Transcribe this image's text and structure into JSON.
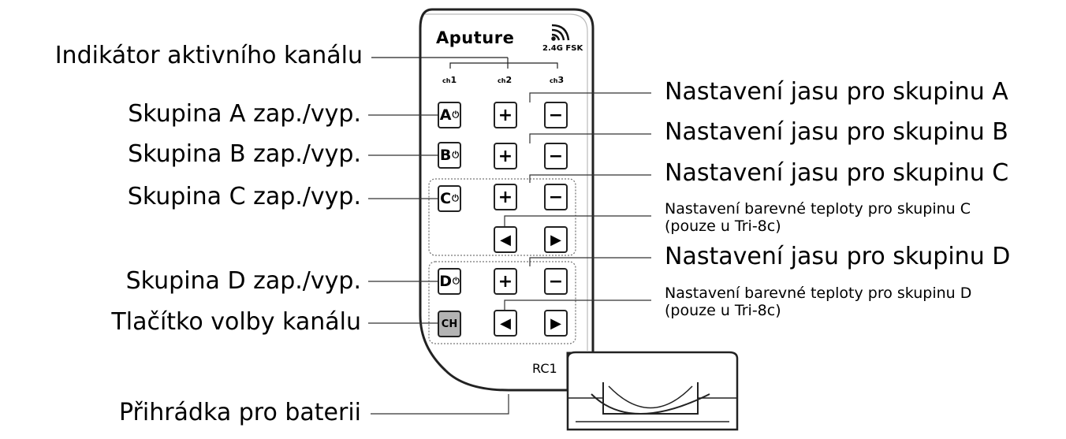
{
  "remote": {
    "brand": "Aputure",
    "frequency": "2.4G FSK",
    "model": "RC1",
    "channels": [
      {
        "prefix": "ch",
        "number": "1"
      },
      {
        "prefix": "ch",
        "number": "2"
      },
      {
        "prefix": "ch",
        "number": "3"
      }
    ],
    "group_buttons": [
      "A",
      "B",
      "C",
      "D"
    ],
    "power_symbol": "⏻",
    "channel_button": "CH",
    "plus": "+",
    "minus": "−",
    "left_arrow": "◀",
    "right_arrow": "▶"
  },
  "labels": {
    "left": [
      "Indikátor aktivního kanálu",
      "Skupina A zap./vyp.",
      "Skupina B zap./vyp.",
      "Skupina C zap./vyp.",
      "Skupina D zap./vyp.",
      "Tlačítko volby kanálu",
      "Přihrádka pro baterii"
    ],
    "right": [
      "Nastavení jasu pro skupinu A",
      "Nastavení jasu pro skupinu B",
      "Nastavení jasu pro skupinu C",
      "Nastavení jasu pro skupinu D"
    ],
    "right_small": [
      {
        "line1": "Nastavení barevné teploty pro skupinu C",
        "line2": "(pouze u Tri-8c)"
      },
      {
        "line1": "Nastavení barevné teploty pro skupinu D",
        "line2": "(pouze u Tri-8c)"
      }
    ]
  }
}
